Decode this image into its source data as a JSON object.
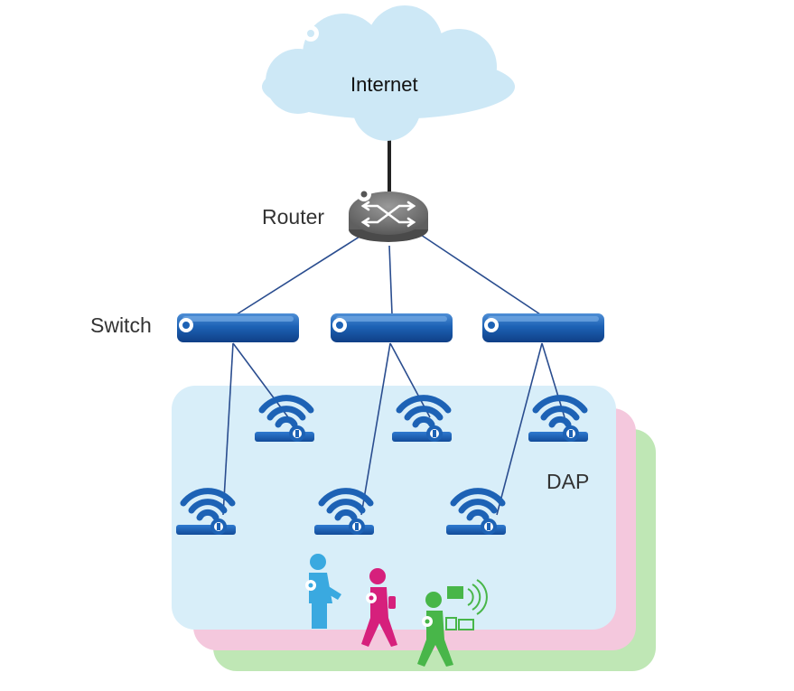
{
  "labels": {
    "internet": "Internet",
    "router": "Router",
    "switch": "Switch",
    "dap": "DAP"
  },
  "colors": {
    "cloud": "#cde8f6",
    "router_body": "#777777",
    "device_blue": "#1d62b5",
    "panel_blue": "#d8eef9",
    "panel_pink": "#f4c8dd",
    "panel_green": "#bfe7b5",
    "user_blue": "#3aa9e0",
    "user_magenta": "#d6207c",
    "user_green": "#48b649"
  },
  "icons": [
    "cloud-icon",
    "router-icon",
    "switch-icon",
    "wireless-ap-icon",
    "person-icon",
    "terminal-devices-icon"
  ]
}
